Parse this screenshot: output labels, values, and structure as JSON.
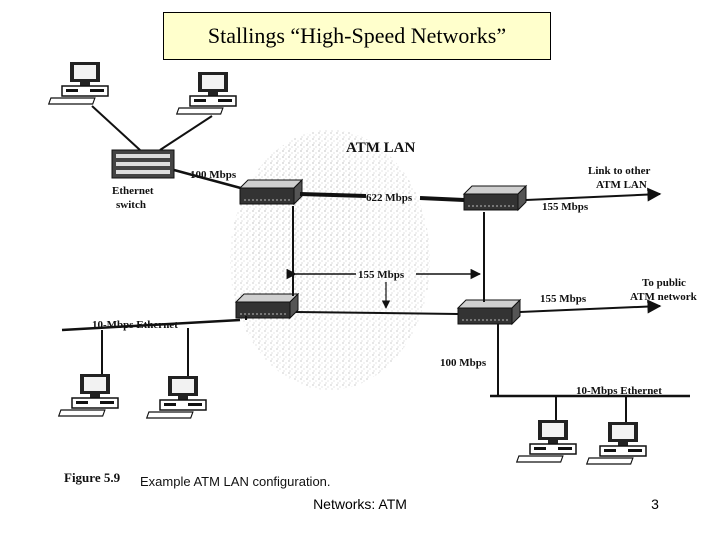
{
  "slide": {
    "title": "Stallings “High-Speed Networks”",
    "footer": "Networks: ATM",
    "page_number": "3"
  },
  "diagram": {
    "heading": "ATM LAN",
    "ethernet_switch_line1": "Ethernet",
    "ethernet_switch_line2": "switch",
    "link_100_top": "100 Mbps",
    "link_622": "622 Mbps",
    "link_155_right_top": "155 Mbps",
    "link_155_middle": "155 Mbps",
    "link_155_right_bottom": "155 Mbps",
    "link_100_bottom": "100 Mbps",
    "ethernet_left": "10-Mbps Ethernet",
    "ethernet_right": "10-Mbps Ethernet",
    "link_other_line1": "Link to other",
    "link_other_line2": "ATM LAN",
    "public_line1": "To public",
    "public_line2": "ATM network",
    "caption_label": "Figure 5.9",
    "caption_text": "Example ATM LAN configuration."
  }
}
